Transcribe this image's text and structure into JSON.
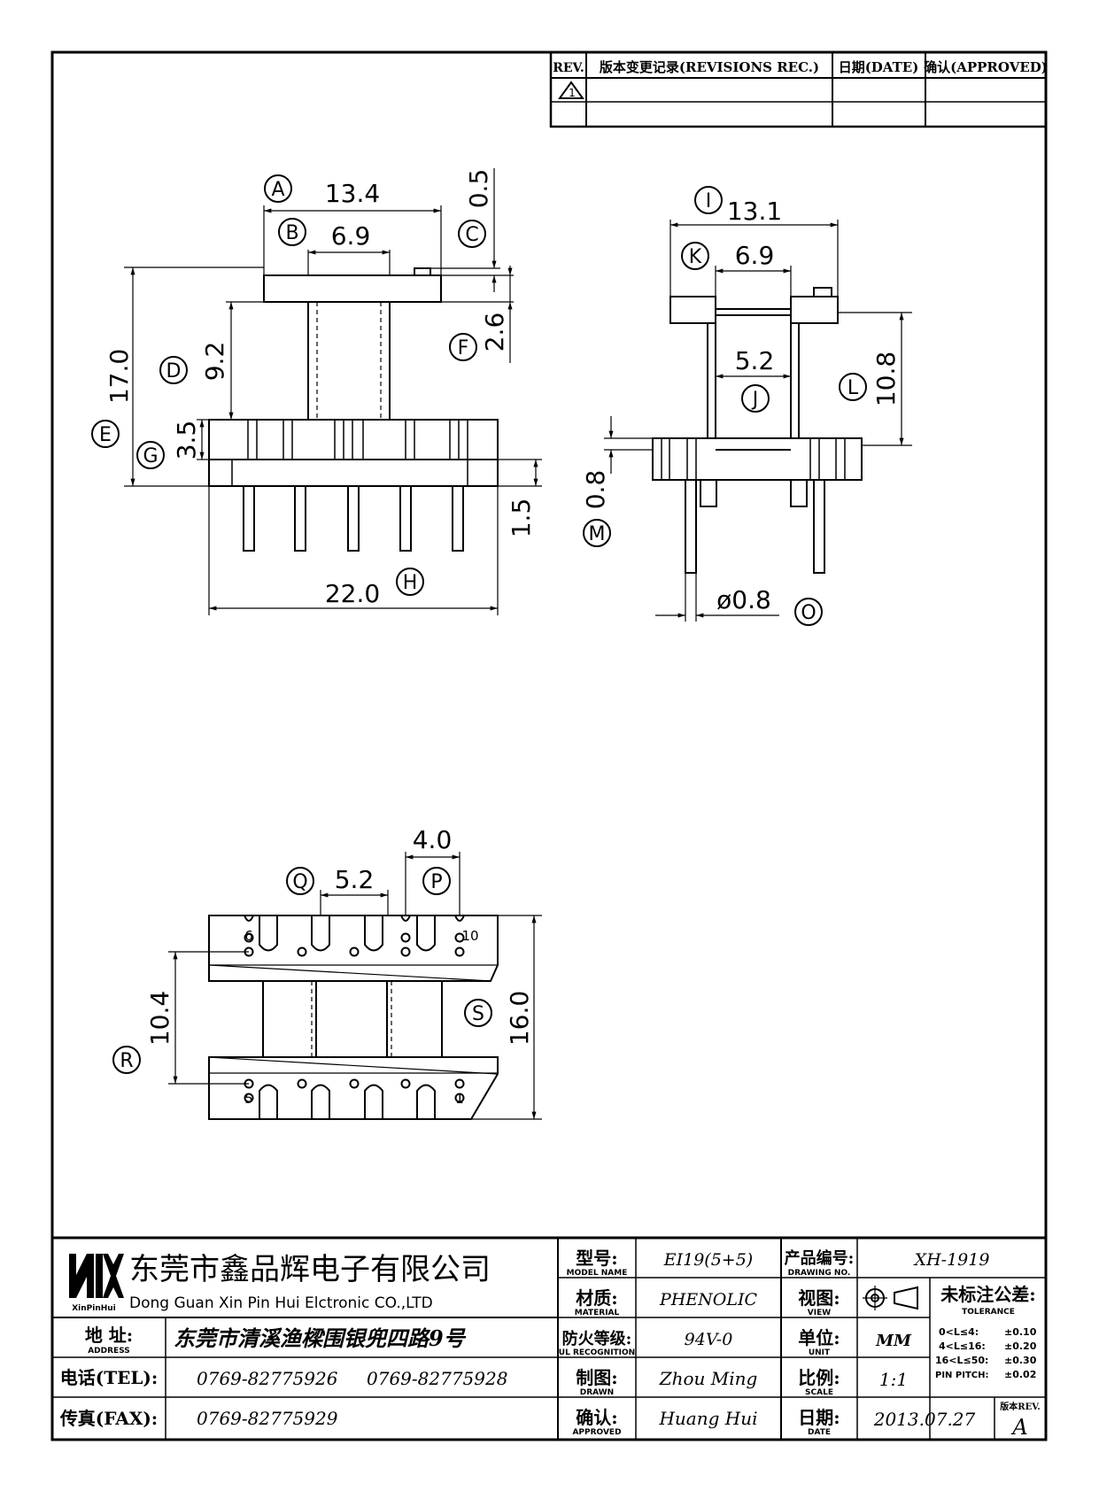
{
  "revision_table": {
    "col_rev": "REV.",
    "col_record": "版本变更记录(REVISIONS REC.)",
    "col_date": "日期(DATE)",
    "col_approved": "确认(APPROVED)",
    "rev_mark": "1"
  },
  "front_view": {
    "A": "A",
    "B": "B",
    "C": "C",
    "D": "D",
    "E": "E",
    "F": "F",
    "G": "G",
    "H": "H",
    "dim_A": "13.4",
    "dim_B": "6.9",
    "dim_C": "0.5",
    "dim_D": "9.2",
    "dim_E": "17.0",
    "dim_F": "2.6",
    "dim_G": "3.5",
    "dim_H": "22.0",
    "dim_pin": "1.5"
  },
  "side_view": {
    "I": "I",
    "J": "J",
    "K": "K",
    "L": "L",
    "M": "M",
    "O": "O",
    "dim_I": "13.1",
    "dim_K": "6.9",
    "dim_J": "5.2",
    "dim_L": "10.8",
    "dim_M": "0.8",
    "dim_O": "ø0.8"
  },
  "bottom_view": {
    "P": "P",
    "Q": "Q",
    "R": "R",
    "S": "S",
    "dim_P": "4.0",
    "dim_Q": "5.2",
    "dim_R": "10.4",
    "dim_S": "16.0",
    "pin_6": "6",
    "pin_10": "10",
    "pin_5": "5",
    "pin_1": "1"
  },
  "title_block": {
    "company_cn": "东莞市鑫品辉电子有限公司",
    "company_en": "Dong Guan Xin Pin Hui Elctronic CO.,LTD",
    "logo_text": "XinPinHui",
    "address_label": "地  址:",
    "address_label_en": "ADDRESS",
    "address": "东莞市清溪渔樑围银兜四路9号",
    "tel_label": "电话(TEL):",
    "tel_1": "0769-82775926",
    "tel_2": "0769-82775928",
    "fax_label": "传真(FAX):",
    "fax": "0769-82775929",
    "model_label": "型号:",
    "model_label_en": "MODEL NAME",
    "model": "EI19(5+5)",
    "material_label": "材质:",
    "material_label_en": "MATERIAL",
    "material": "PHENOLIC",
    "fire_label": "防火等级:",
    "fire_label_en": "UL RECOGNITION",
    "fire": "94V-0",
    "drawn_label": "制图:",
    "drawn_label_en": "DRAWN",
    "drawn": "Zhou Ming",
    "approved_label": "确认:",
    "approved_label_en": "APPROVED",
    "approved": "Huang Hui",
    "drawing_no_label": "产品编号:",
    "drawing_no_label_en": "DRAWING NO.",
    "drawing_no": "XH-1919",
    "view_label": "视图:",
    "view_label_en": "VIEW",
    "unit_label": "单位:",
    "unit_label_en": "UNIT",
    "unit": "MM",
    "scale_label": "比例:",
    "scale_label_en": "SCALE",
    "scale": "1:1",
    "date_label": "日期:",
    "date_label_en": "DATE",
    "date": "2013.07.27",
    "tolerance_label": "未标注公差:",
    "tolerance_label_en": "TOLERANCE",
    "tol_1_range": "0<L≤4:",
    "tol_1_val": "±0.10",
    "tol_2_range": "4<L≤16:",
    "tol_2_val": "±0.20",
    "tol_3_range": "16<L≤50:",
    "tol_3_val": "±0.30",
    "tol_4_range": "PIN PITCH:",
    "tol_4_val": "±0.02",
    "rev_label": "版本REV.",
    "rev": "A"
  }
}
